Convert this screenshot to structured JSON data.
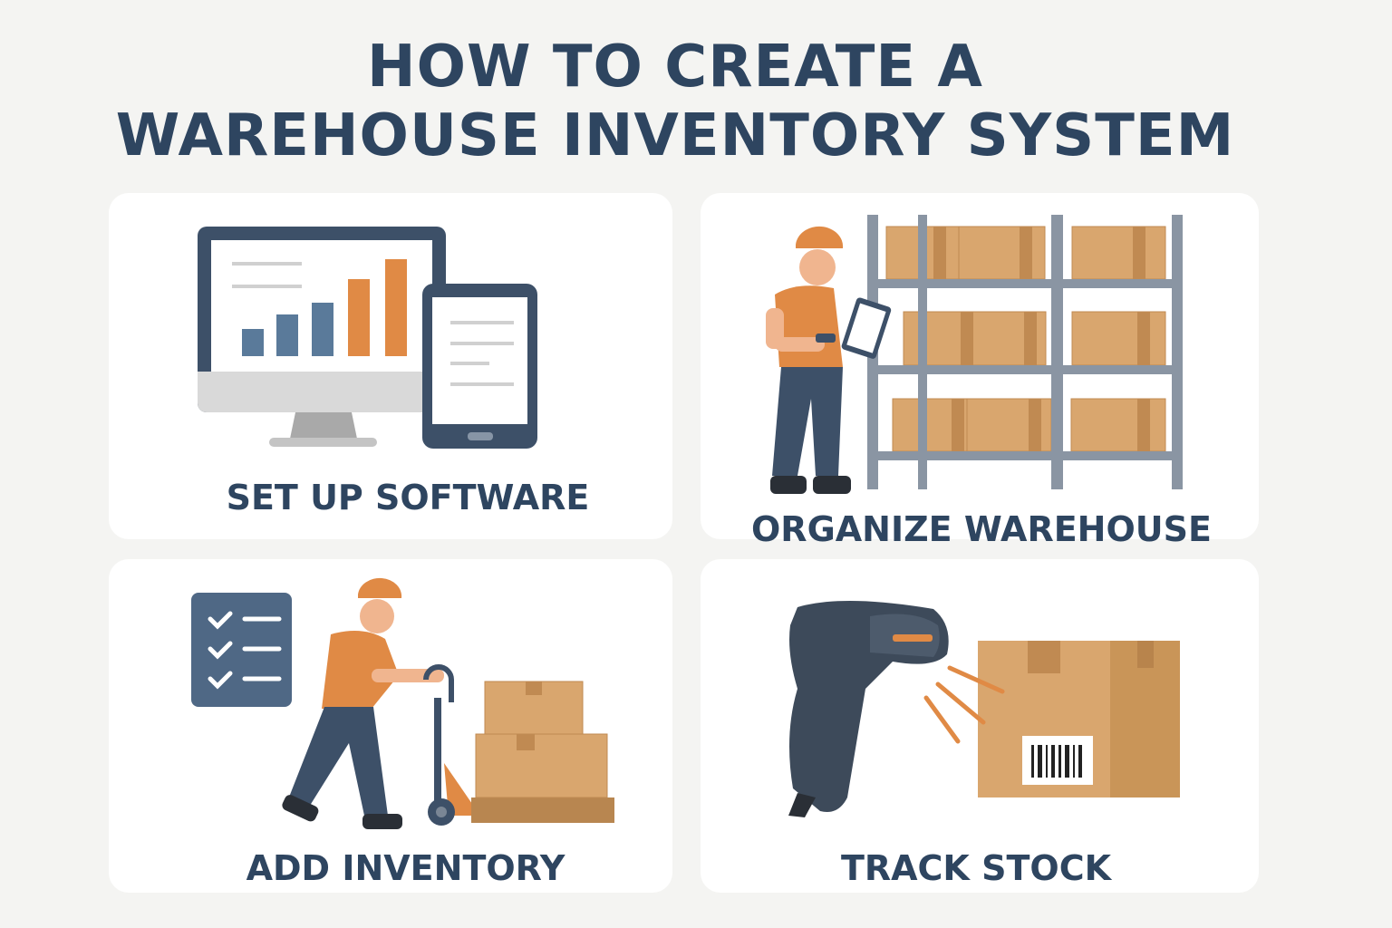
{
  "title": {
    "line1": "HOW TO CREATE A",
    "line2": "WAREHOUSE INVENTORY SYSTEM"
  },
  "steps": [
    {
      "label": "SET UP SOFTWARE",
      "icon": "computer-tablet-chart-icon"
    },
    {
      "label": "ORGANIZE WAREHOUSE",
      "icon": "worker-shelves-icon"
    },
    {
      "label": "ADD INVENTORY",
      "icon": "worker-pallet-jack-icon"
    },
    {
      "label": "TRACK STOCK",
      "icon": "barcode-scanner-box-icon"
    }
  ],
  "colors": {
    "title": "#2e4560",
    "accent": "#e08a45",
    "box": "#d9a66e",
    "dark": "#3d5068",
    "background": "#f4f4f2"
  }
}
